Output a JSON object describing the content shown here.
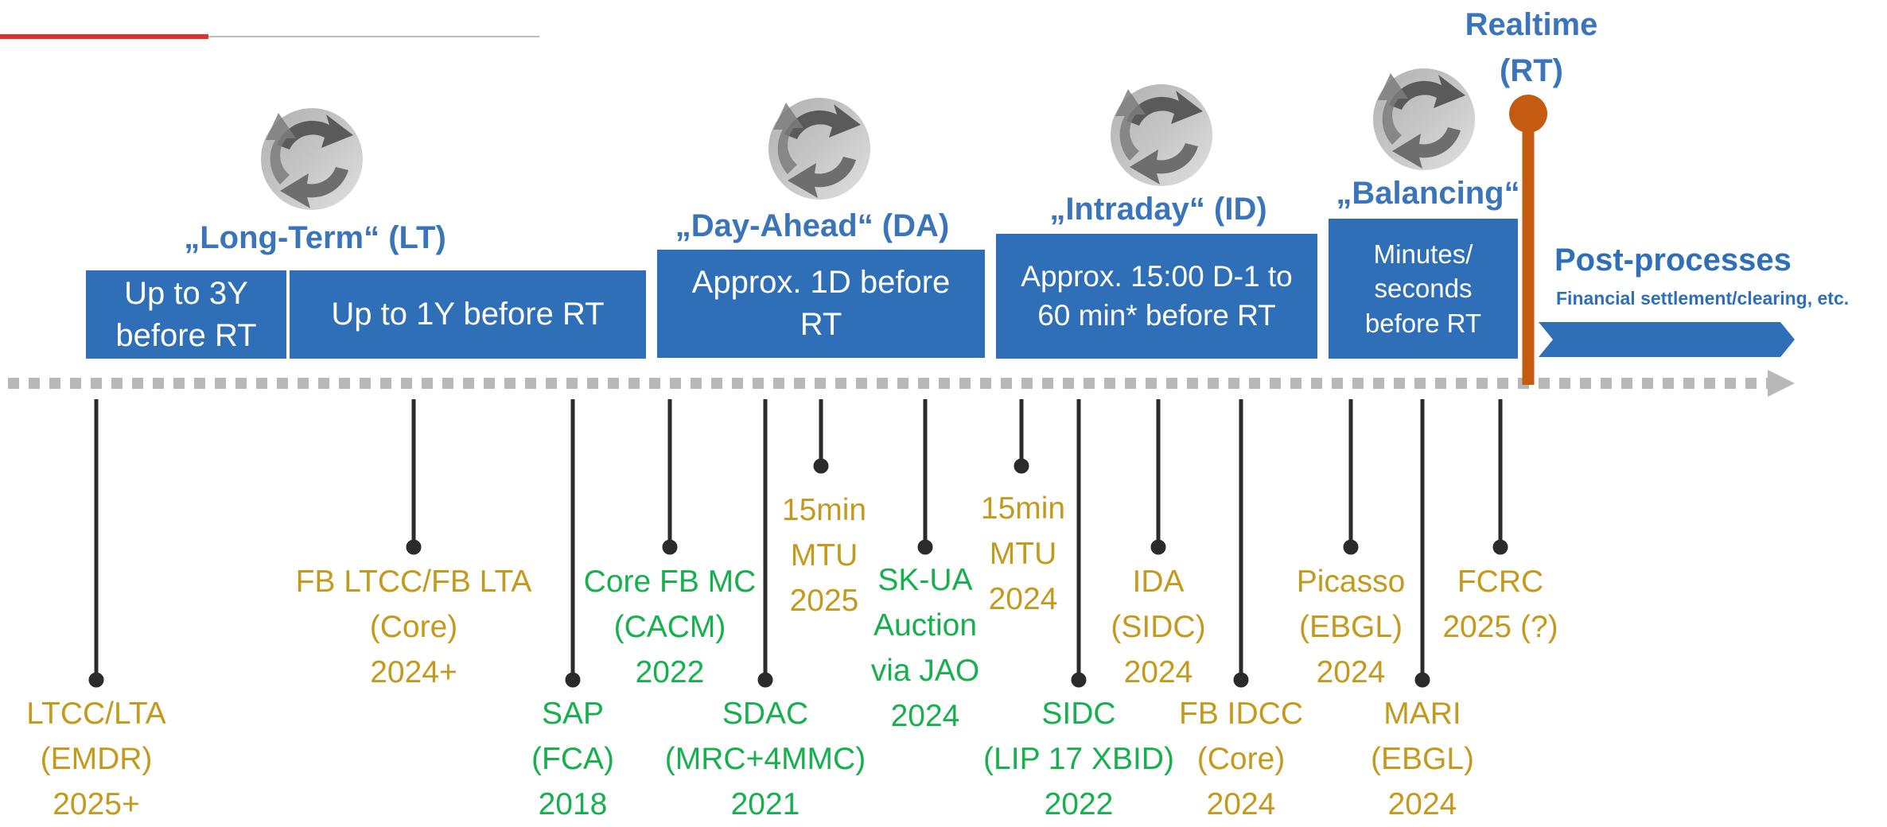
{
  "header": {
    "accent_color": "#e03131"
  },
  "realtime": {
    "title_line1": "Realtime",
    "title_line2": "(RT)",
    "marker_color": "#c55a11"
  },
  "phases": {
    "long_term": {
      "title": "„Long-Term“ (LT)",
      "box1": "Up to 3Y before RT",
      "box2": "Up to 1Y before RT"
    },
    "day_ahead": {
      "title": "„Day-Ahead“ (DA)",
      "box": "Approx. 1D before RT"
    },
    "intraday": {
      "title": "„Intraday“ (ID)",
      "box": "Approx. 15:00 D-1 to 60 min* before RT"
    },
    "balancing": {
      "title": "„Balancing“",
      "box": "Minutes/ seconds before RT"
    }
  },
  "post_processes": {
    "title": "Post-processes",
    "subtitle": "Financial settlement/clearing, etc."
  },
  "colors": {
    "phase_box": "#2f6fb7",
    "title_blue": "#3a74b9",
    "gold_label": "#c49a1e",
    "green_label": "#18b04f",
    "timeline_dots": "#b8b8b8"
  },
  "icons": [
    "cycle-arrows-icon",
    "timeline-arrow-icon"
  ],
  "labels": {
    "ltcc_lta": "LTCC/LTA (EMDR) 2025+",
    "fb_ltcc": "FB LTCC/FB LTA (Core) 2024+",
    "sap": "SAP (FCA) 2018",
    "core_fb_mc": "Core FB MC (CACM) 2022",
    "sdac": "SDAC (MRC+4MMC) 2021",
    "mtu_2025": "15min MTU 2025",
    "sk_ua": "SK-UA Auction via JAO 2024",
    "mtu_2024": "15min MTU 2024",
    "sidc": "SIDC (LIP 17 XBID) 2022",
    "ida": "IDA (SIDC) 2024",
    "fb_idcc": "FB IDCC (Core) 2024",
    "picasso": "Picasso (EBGL) 2024",
    "mari": "MARI (EBGL) 2024",
    "fcrc": "FCRC 2025 (?)"
  },
  "label_lines": {
    "ltcc_lta": [
      "LTCC/LTA",
      "(EMDR)",
      "2025+"
    ],
    "fb_ltcc": [
      "FB LTCC/FB LTA",
      "(Core)",
      "2024+"
    ],
    "sap": [
      "SAP",
      "(FCA)",
      "2018"
    ],
    "core_fb_mc": [
      "Core FB MC",
      "(CACM)",
      "2022"
    ],
    "sdac": [
      "SDAC",
      "(MRC+4MMC)",
      "2021"
    ],
    "mtu_2025": [
      "15min",
      "MTU",
      "2025"
    ],
    "sk_ua": [
      "SK-UA",
      "Auction",
      "via JAO",
      "2024"
    ],
    "mtu_2024": [
      "15min",
      "MTU",
      "2024"
    ],
    "sidc": [
      "SIDC",
      "(LIP 17 XBID)",
      "2022"
    ],
    "ida": [
      "IDA",
      "(SIDC)",
      "2024"
    ],
    "fb_idcc": [
      "FB IDCC",
      "(Core)",
      "2024"
    ],
    "picasso": [
      "Picasso",
      "(EBGL)",
      "2024"
    ],
    "mari": [
      "MARI",
      "(EBGL)",
      "2024"
    ],
    "fcrc": [
      "FCRC",
      "2025 (?)"
    ]
  }
}
